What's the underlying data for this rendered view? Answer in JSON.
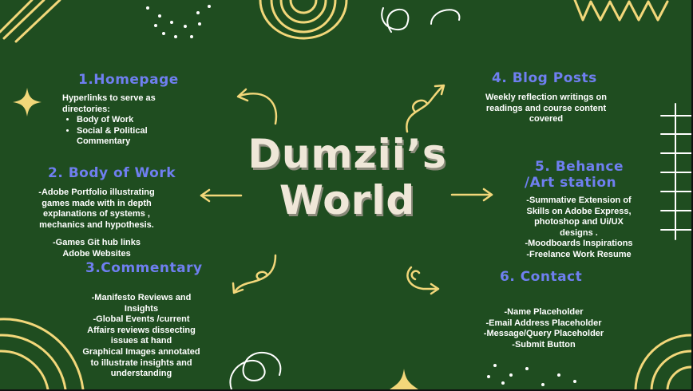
{
  "title": {
    "line1": "Dumzii’s",
    "line2": "World"
  },
  "homepage": {
    "heading": "1.Homepage",
    "intro": "Hyperlinks to serve as directories:",
    "items": [
      "Body of Work",
      "Social & Political Commentary"
    ]
  },
  "body_of_work": {
    "heading": "2. Body of Work",
    "line1": "-Adobe Portfolio illustrating games made with in depth explanations of systems , mechanics and hypothesis.",
    "line2": "-Games Git hub links",
    "line3": "Adobe Websites"
  },
  "commentary": {
    "heading": "3.Commentary",
    "line1": "-Manifesto Reviews and Insights",
    "line2": "-Global Events /current Affairs  reviews dissecting issues at hand",
    "line3": "Graphical Images annotated to illustrate insights and understanding"
  },
  "blog": {
    "heading": "4. Blog Posts",
    "text": "Weekly reflection writings on readings and course content covered"
  },
  "behance": {
    "heading_line1": "5. Behance",
    "heading_line2": "/Art station",
    "line1": "-Summative Extension of Skills on Adobe Express, photoshop and Ui/UX designs .",
    "line2": "-Moodboards Inspirations",
    "line3": "-Freelance Work Resume"
  },
  "contact": {
    "heading": "6. Contact",
    "items": [
      "-Name Placeholder",
      "-Email Address Placeholder",
      "-Message/Query Placeholder",
      "-Submit Button"
    ]
  },
  "colors": {
    "background": "#1f4d20",
    "heading": "#6f7ff0",
    "doodle": "#f2d77a",
    "text": "#ffffff"
  }
}
